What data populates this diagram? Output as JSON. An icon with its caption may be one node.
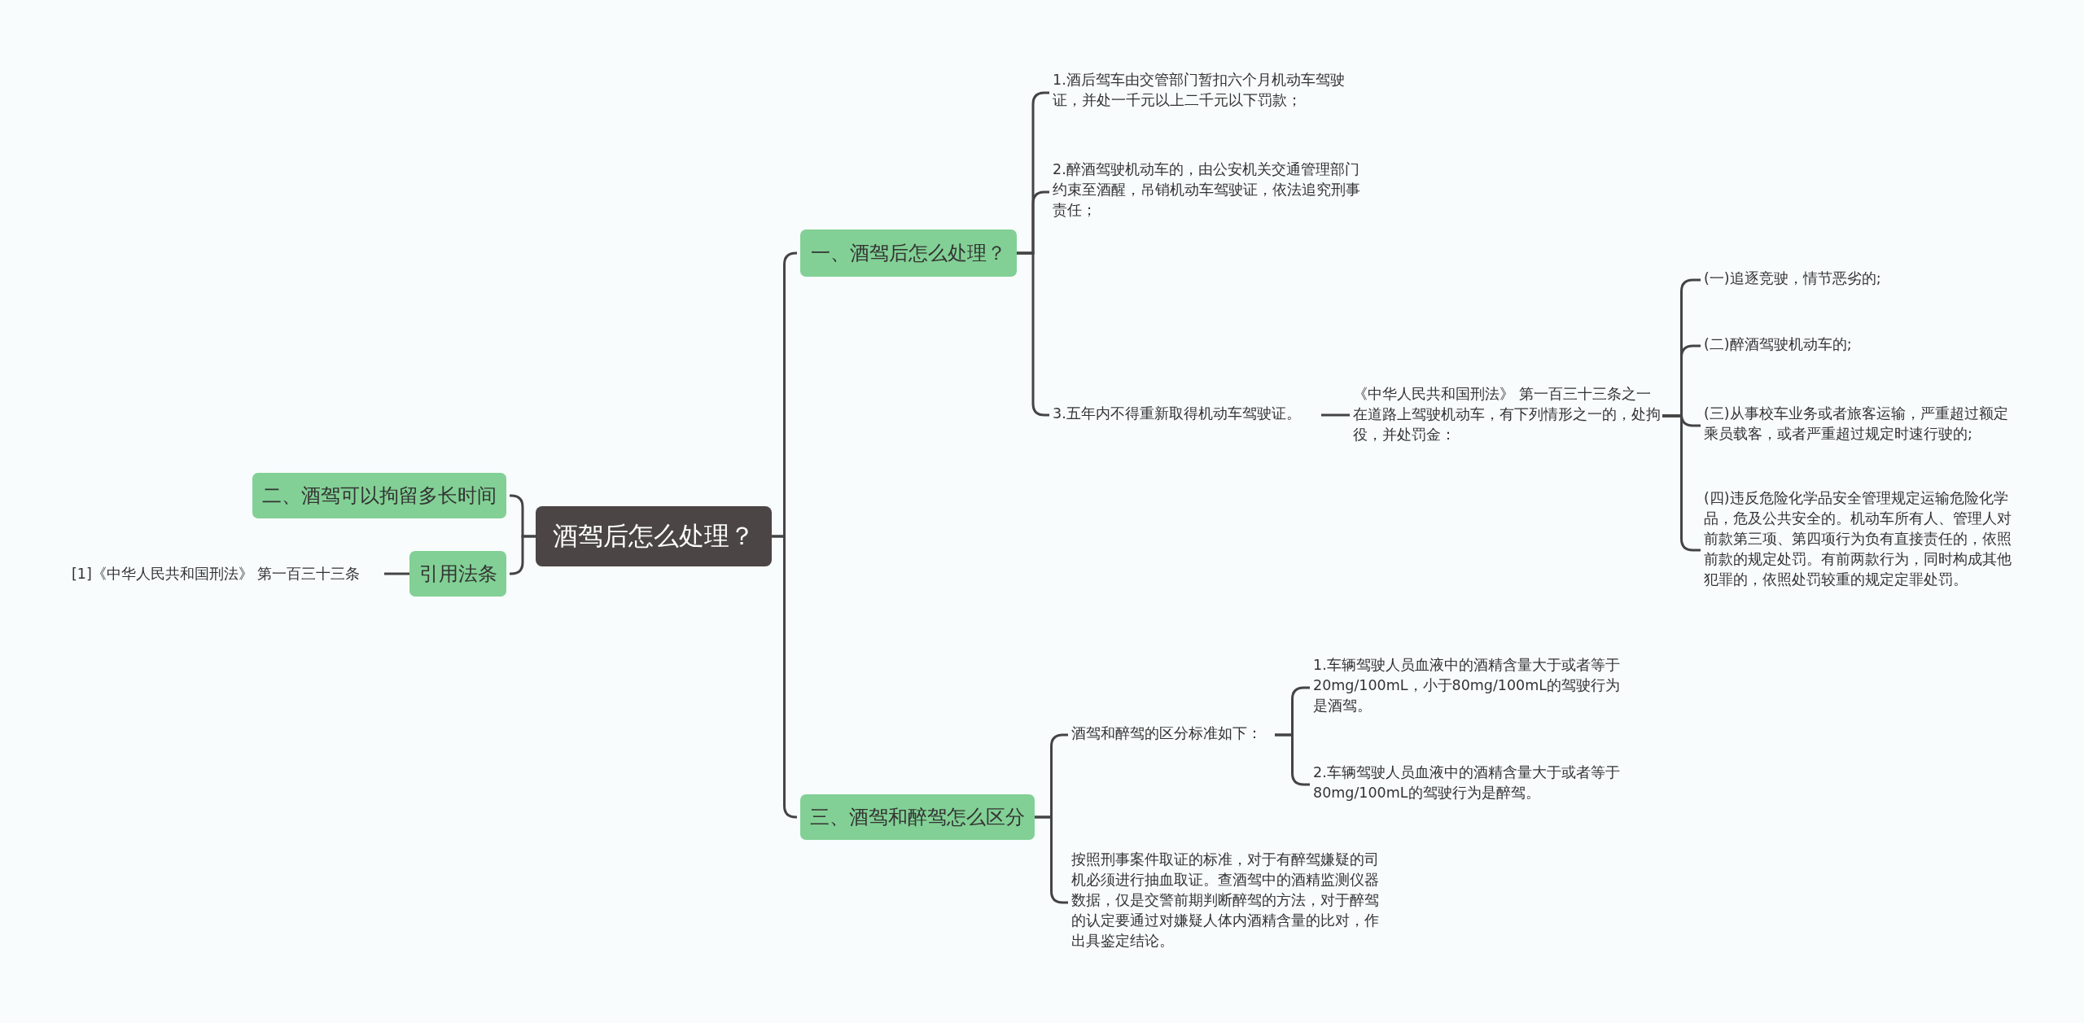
{
  "diagram": {
    "nodes": [
      {
        "text": [
          "酒驾后怎么处理？"
        ]
      },
      {
        "text": [
          "一、酒驾后怎么处理？"
        ]
      },
      {
        "text": [
          "1.酒后驾车由交管部门暂扣六个月机动车驾驶证，并处一千元以上二千元以下罚款；"
        ]
      },
      {
        "text": [
          "2.醉酒驾驶机动车的，由公安机关交通管理部门约束至酒醒，吊销机动车驾驶证，依法追究刑事责任；"
        ]
      },
      {
        "text": [
          "3.五年内不得重新取得机动车驾驶证。"
        ]
      },
      {
        "text": [
          "《中华人民共和国刑法》 第一百三十三条之一在道路上驾驶机动车，有下列情形之一的，处拘役，并处罚金："
        ]
      },
      {
        "text": [
          "(一)追逐竞驶，情节恶劣的;"
        ]
      },
      {
        "text": [
          "(二)醉酒驾驶机动车的;"
        ]
      },
      {
        "text": [
          "(三)从事校车业务或者旅客运输，严重超过额定乘员载客，或者严重超过规定时速行驶的;"
        ]
      },
      {
        "text": [
          "(四)违反危险化学品安全管理规定运输危险化学品，危及公共安全的。机动车所有人、管理人对前款第三项、第四项行为负有直接责任的，依照前款的规定处罚。有前两款行为，同时构成其他犯罪的，依照处罚较重的规定定罪处罚。"
        ]
      },
      {
        "text": [
          "二、酒驾可以拘留多长时间"
        ]
      },
      {
        "text": [
          "引用法条"
        ]
      },
      {
        "text": [
          "[1]《中华人民共和国刑法》 第一百三十三条"
        ]
      },
      {
        "text": [
          "三、酒驾和醉驾怎么区分"
        ]
      },
      {
        "text": [
          "酒驾和醉驾的区分标准如下："
        ]
      },
      {
        "text": [
          "1.车辆驾驶人员血液中的酒精含量大于或者等于20mg/100mL，小于80mg/100mL的驾驶行为是酒驾。"
        ]
      },
      {
        "text": [
          "2.车辆驾驶人员血液中的酒精含量大于或者等于80mg/100mL的驾驶行为是醉驾。"
        ]
      },
      {
        "text": [
          "按照刑事案件取证的标准，对于有醉驾嫌疑的司机必须进行抽血取证。查酒驾中的酒精监测仪器数据，仅是交警前期判断醉驾的方法，对于醉驾的认定要通过对嫌疑人体内酒精含量的比对，作出具鉴定结论。"
        ]
      }
    ],
    "edges": [
      {
        "from": 0,
        "to": 1,
        "arrow": "none"
      },
      {
        "from": 1,
        "to": 2,
        "arrow": "none"
      },
      {
        "from": 1,
        "to": 3,
        "arrow": "none"
      },
      {
        "from": 1,
        "to": 4,
        "arrow": "none"
      },
      {
        "from": 4,
        "to": 5,
        "arrow": "none"
      },
      {
        "from": 5,
        "to": 6,
        "arrow": "none"
      },
      {
        "from": 5,
        "to": 7,
        "arrow": "none"
      },
      {
        "from": 5,
        "to": 8,
        "arrow": "none"
      },
      {
        "from": 5,
        "to": 9,
        "arrow": "none"
      },
      {
        "from": 0,
        "to": 10,
        "arrow": "none"
      },
      {
        "from": 0,
        "to": 11,
        "arrow": "none"
      },
      {
        "from": 11,
        "to": 12,
        "arrow": "none"
      },
      {
        "from": 0,
        "to": 13,
        "arrow": "none"
      },
      {
        "from": 13,
        "to": 14,
        "arrow": "none"
      },
      {
        "from": 14,
        "to": 15,
        "arrow": "none"
      },
      {
        "from": 14,
        "to": 16,
        "arrow": "none"
      },
      {
        "from": 13,
        "to": 17,
        "arrow": "none"
      }
    ]
  }
}
